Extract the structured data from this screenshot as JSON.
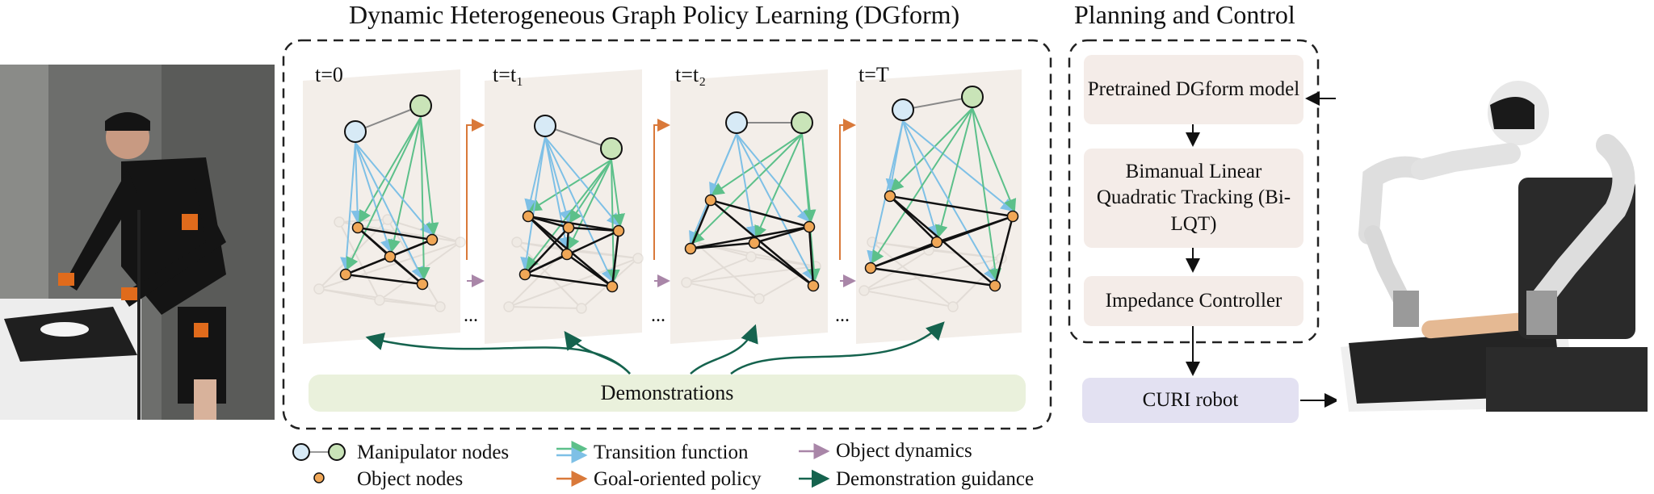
{
  "titles": {
    "dgform": "Dynamic Heterogeneous Graph Policy Learning (DGform)",
    "planning": "Planning and Control"
  },
  "time_labels": [
    "t=0",
    "t=t₁",
    "t=t₂",
    "t=T"
  ],
  "ellipsis": "...",
  "demonstrations": "Demonstrations",
  "pipeline": {
    "pretrained": "Pretrained DGform model",
    "bilqt": "Bimanual Linear Quadratic Tracking (Bi-LQT)",
    "impedance": "Impedance Controller",
    "robot": "CURI robot"
  },
  "legend": {
    "manipulator": "Manipulator nodes",
    "object": "Object nodes",
    "transition": "Transition function",
    "goal": "Goal-oriented policy",
    "dynamics": "Object dynamics",
    "guidance": "Demonstration guidance"
  },
  "colors": {
    "manipulator_left": "#d7eaf6",
    "manipulator_right": "#c9e4b8",
    "object_node": "#f0a757",
    "transition_green": "#5cc08a",
    "transition_blue": "#7ec0e6",
    "goal_policy": "#d9793a",
    "object_dynamics": "#a986a8",
    "demo_guidance": "#15634e",
    "panel_bg": "#f3eee9",
    "demo_bar": "#eaf1dc",
    "control_box": "#f4ece8",
    "robot_box": "#e3e1f2"
  },
  "photos": {
    "human": "human-demonstration-photo",
    "robot": "curi-robot-photo"
  }
}
